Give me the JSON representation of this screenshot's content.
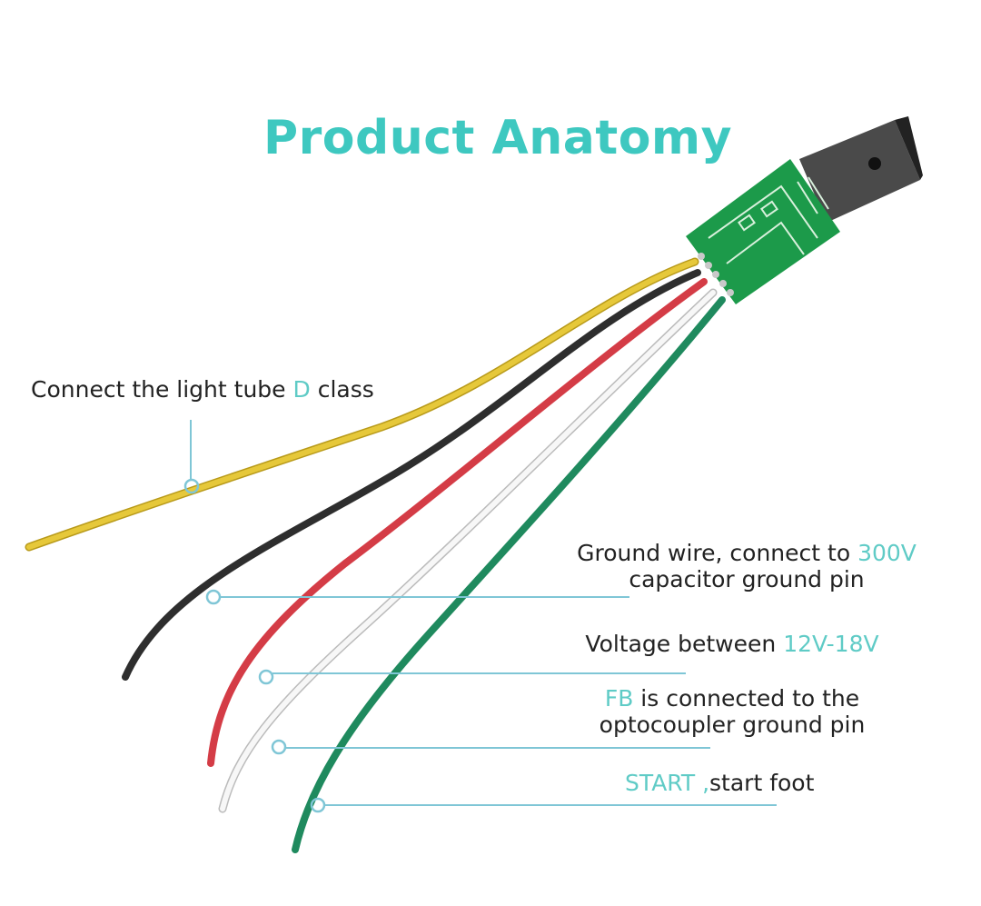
{
  "title": "Product Anatomy",
  "colors": {
    "accent": "#3ec8c0",
    "callout_line": "#7fc6d6",
    "pcb": "#1c9a4a",
    "yellow_wire": "#e3c22a",
    "black_wire": "#333333",
    "red_wire": "#d9414a",
    "white_wire": "#f2f2f2",
    "green_wire": "#1f8a5e"
  },
  "labels": {
    "yellow": {
      "pre": "Connect the light tube ",
      "hl": "D",
      "post": " class"
    },
    "black": {
      "pre": "Ground wire, connect to ",
      "hl": "300V",
      "line2": "capacitor ground pin"
    },
    "red": {
      "pre": "Voltage between ",
      "hl": "12V-18V"
    },
    "white": {
      "hl": "FB",
      "post": " is connected to the",
      "line2": "optocoupler ground pin"
    },
    "green": {
      "hl": "START ,",
      "post": "start foot"
    }
  }
}
